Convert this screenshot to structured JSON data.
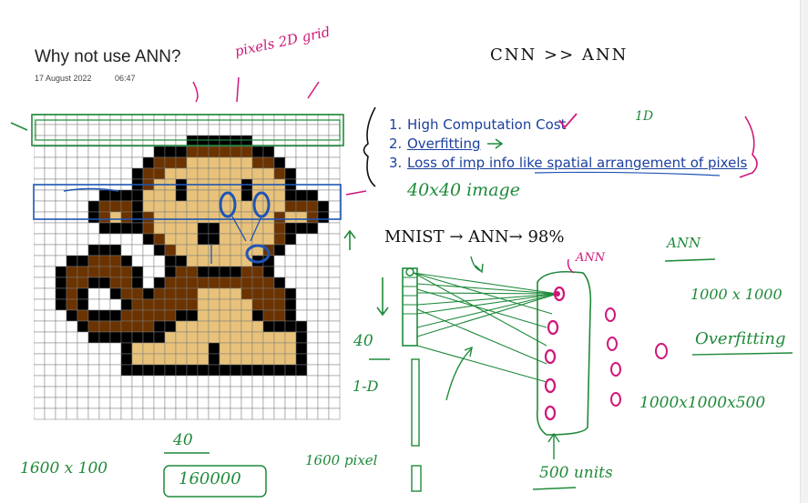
{
  "page": {
    "title": "Why not use ANN?",
    "date": "17 August 2022",
    "time": "06:47"
  },
  "list": [
    {
      "num": "1.",
      "text": "High Computation Cost"
    },
    {
      "num": "2.",
      "text": "Overfitting"
    },
    {
      "num": "3.",
      "text": "Loss of imp info like spatial arrangement of pixels"
    }
  ],
  "handwriting": {
    "pixels_2d_grid": "pixels 2D grid",
    "cnn_vs_ann": "CNN >> ANN",
    "one_d_top": "1D",
    "image_40x40": "40x40 image",
    "mnist": "MNIST → ANN→ 98%",
    "ann_label_top": "ANN",
    "ann_label_right": "ANN",
    "size_1000x1000": "1000 x 1000",
    "overfitting": "Overfitting",
    "param_count": "1000x1000x500",
    "label_40_side": "40",
    "label_1d": "1-D",
    "label_1600x100": "1600 x 100",
    "label_40_bottom": "40",
    "label_160000": "160000",
    "label_1600_pixels": "1600 pixel",
    "label_500_units": "500 units"
  },
  "colors": {
    "green_ink": "#1f8a3a",
    "magenta_ink": "#d0177a",
    "blue_ink": "#1e55b4",
    "list_text": "#1a3f9e",
    "monkey_dark": "#6b3300",
    "monkey_mid": "#8b4513",
    "monkey_light": "#e8c27a",
    "outline": "#000000"
  },
  "pixel_art": {
    "grid_rows": 28,
    "grid_cols": 28
  }
}
